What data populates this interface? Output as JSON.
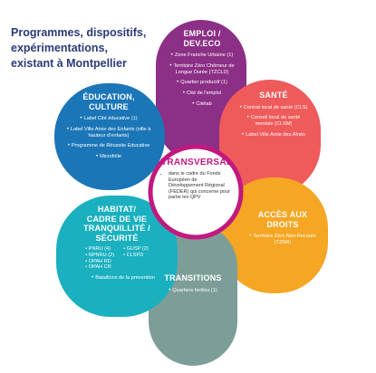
{
  "title_lines": [
    "Programmes, dispositifs,",
    "expérimentations,",
    "existant à Montpellier"
  ],
  "colors": {
    "emploi": "#8c2f86",
    "sante": "#ef5a5a",
    "acces": "#f5a623",
    "transitions": "#7d9e98",
    "habitat": "#1ab0bf",
    "education": "#1b76b8",
    "center_border": "#c2187f",
    "center_text": "#c2187f"
  },
  "emploi": {
    "title": [
      "EMPLOI /",
      "DEV.ECO"
    ],
    "items": [
      "Zone  Franche Urbaine (1)",
      "Territoire Zéro Chômeur de Longue Durée (TZCLD)",
      "Quartier productif (1)",
      "Cité de l'emploi",
      "Citélab"
    ]
  },
  "sante": {
    "title": [
      "SANTÉ"
    ],
    "items": [
      "Contrat local de santé (CLS)",
      "Conseil local de santé mentale (CLSM)",
      "Label Ville Amie des Aînés"
    ]
  },
  "acces": {
    "title": [
      "ACCÈS AUX",
      "DROITS"
    ],
    "items": [
      "Territoire Zéro Non-Recours (TZNR)"
    ]
  },
  "transitions": {
    "title": [
      "TRANSITIONS"
    ],
    "items": [
      "Quartiers fertiles (1)"
    ]
  },
  "habitat": {
    "title": [
      "HABITAT/",
      "CADRE DE VIE",
      "TRANQUILLITÉ /",
      "SÉCURITÉ"
    ],
    "col1": [
      "PNRU (4)",
      "NPNRU (2)",
      "OPAH RD",
      "OPAH CR"
    ],
    "col2": [
      "GUSP (2)",
      "CLSPD"
    ],
    "extra": "Bataillons de la prévention"
  },
  "education": {
    "title": [
      "ÉDUCATION,",
      "CULTURE"
    ],
    "items": [
      "Label Cité éducative (1)",
      "Label Ville Amie des Enfants (ville à hauteur d'enfants)",
      "Programme de Réussite Educative",
      "Microfolie"
    ]
  },
  "center": {
    "title": "TRANSVERSAL",
    "items": [
      "dans le cadre du Fonds Européen de Développement Régional (FEDER) qui concerne pour partie les QPV"
    ]
  }
}
